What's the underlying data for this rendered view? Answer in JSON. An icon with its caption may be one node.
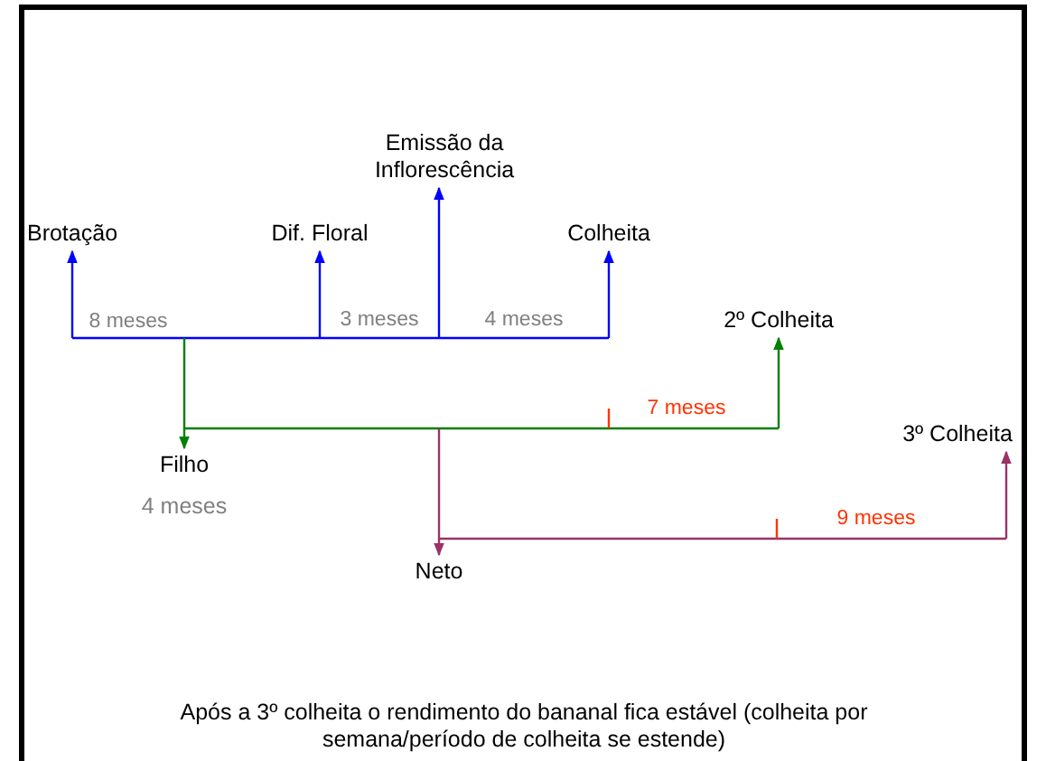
{
  "diagram": {
    "caption": "Após a 3º colheita o rendimento do bananal fica estável (colheita por semana/período de colheita se estende)",
    "nodes": [
      {
        "text": [
          "Emissão da Inflorescência"
        ]
      },
      {
        "text": [
          "Brotação"
        ]
      },
      {
        "text": [
          "Dif. Floral"
        ]
      },
      {
        "text": [
          "Colheita"
        ]
      },
      {
        "text": [
          "2º Colheita"
        ]
      },
      {
        "text": [
          "Filho"
        ],
        "beside": [
          "4 meses"
        ]
      },
      {
        "text": [
          "3º Colheita"
        ]
      },
      {
        "text": [
          "Neto"
        ]
      }
    ],
    "edges": [
      {
        "from": null,
        "to": 1,
        "arrow": "to",
        "color": "#0000ff"
      },
      {
        "from": null,
        "to": 2,
        "arrow": "to",
        "color": "#0000ff"
      },
      {
        "from": null,
        "to": 0,
        "arrow": "to",
        "color": "#0000ff"
      },
      {
        "from": null,
        "to": 3,
        "arrow": "to",
        "color": "#0000ff"
      },
      {
        "from": null,
        "to": 5,
        "arrow": "to",
        "color": "#008000"
      },
      {
        "from": null,
        "to": 4,
        "arrow": "to",
        "color": "#008000"
      },
      {
        "from": null,
        "to": 7,
        "arrow": "to",
        "color": "#993366"
      },
      {
        "from": null,
        "to": 6,
        "arrow": "to",
        "color": "#993366"
      }
    ],
    "labels": [
      "8 meses",
      "3 meses",
      "4 meses",
      "7 meses",
      "9 meses"
    ]
  }
}
